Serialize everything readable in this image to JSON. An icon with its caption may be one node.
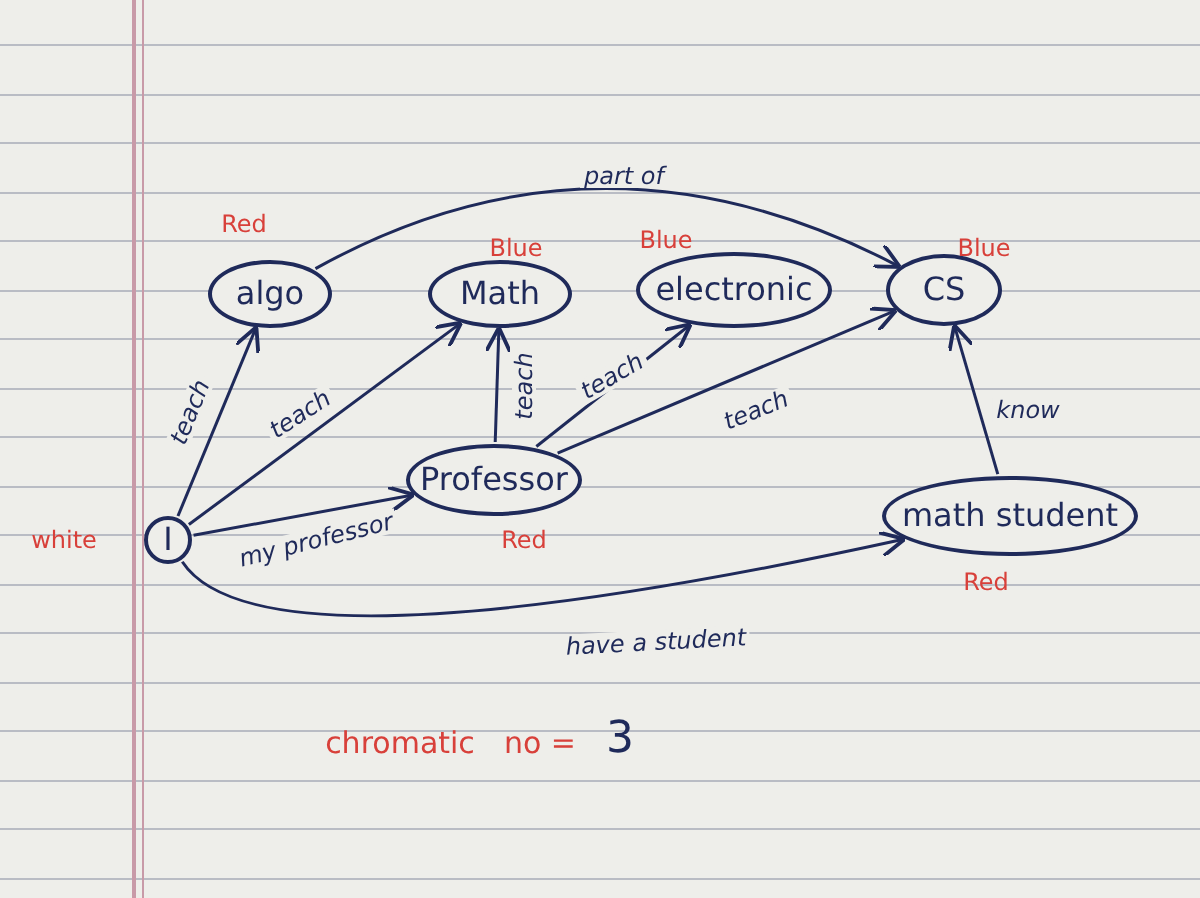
{
  "diagram": {
    "nodes": [
      {
        "text": [
          "algo"
        ],
        "beside": [
          "Red"
        ]
      },
      {
        "text": [
          "Math"
        ],
        "beside": [
          "Blue"
        ]
      },
      {
        "text": [
          "electronic"
        ],
        "beside": [
          "Blue"
        ]
      },
      {
        "text": [
          "CS"
        ],
        "beside": [
          "Blue"
        ]
      },
      {
        "text": [
          "Professor"
        ],
        "beside": [
          "Red"
        ]
      },
      {
        "text": [
          "I"
        ],
        "beside": [
          "white"
        ]
      },
      {
        "text": [
          "math student"
        ],
        "beside": [
          "Red"
        ]
      }
    ],
    "edges": [
      {
        "from": 0,
        "to": 3,
        "arrow": "to",
        "label": "part of"
      },
      {
        "from": 5,
        "to": 0,
        "arrow": "to",
        "label": "teach"
      },
      {
        "from": 5,
        "to": 1,
        "arrow": "to",
        "label": "teach"
      },
      {
        "from": 4,
        "to": 1,
        "arrow": "to",
        "label": "teach"
      },
      {
        "from": 4,
        "to": 2,
        "arrow": "to",
        "label": "teach"
      },
      {
        "from": 4,
        "to": 3,
        "arrow": "to",
        "label": "teach"
      },
      {
        "from": 5,
        "to": 4,
        "arrow": "to",
        "label": "my professor"
      },
      {
        "from": 5,
        "to": 6,
        "arrow": "to",
        "label": "have a student"
      },
      {
        "from": 6,
        "to": 3,
        "arrow": "to",
        "label": "know"
      }
    ],
    "labels": [
      "chromatic",
      "no =",
      "3"
    ]
  }
}
